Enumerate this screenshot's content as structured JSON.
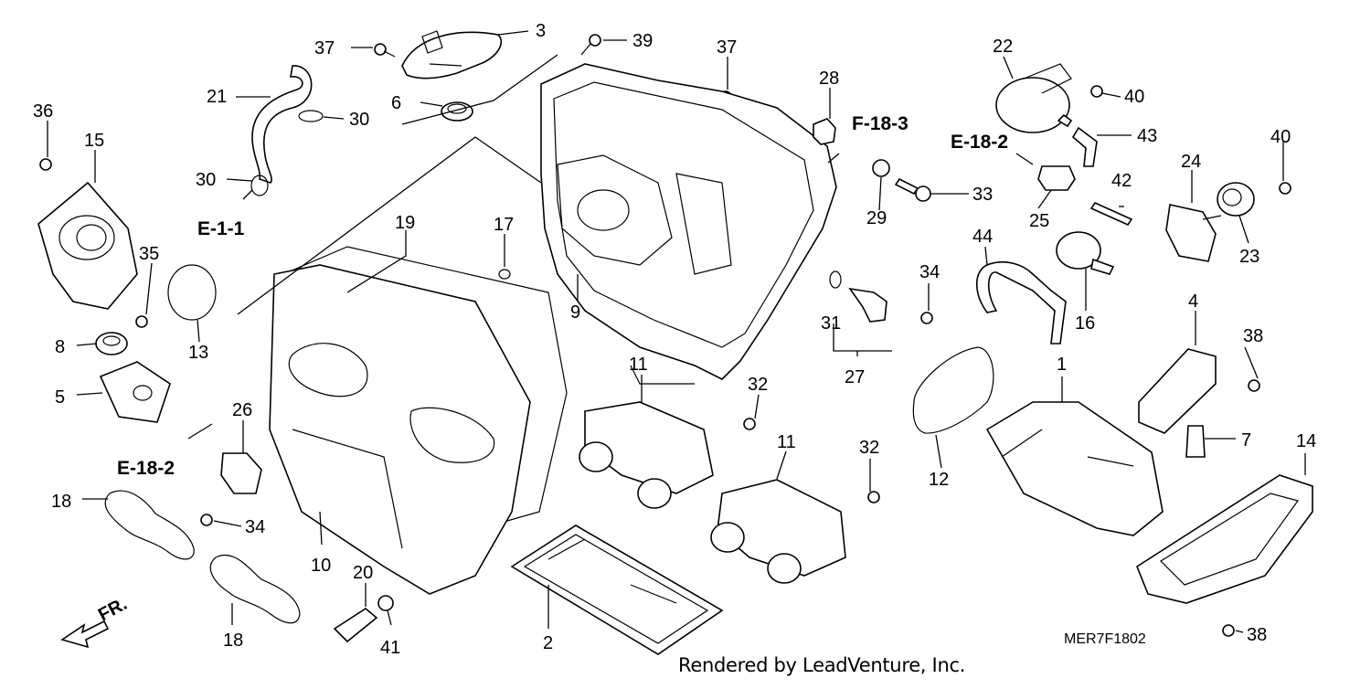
{
  "diagram": {
    "drawing_code": "MER7F1802",
    "credit": "Rendered by LeadVenture, Inc.",
    "direction_label": "FR.",
    "references": [
      {
        "id": "ref-f-18-3",
        "text": "F-18-3"
      },
      {
        "id": "ref-e-18-2-top",
        "text": "E-18-2"
      },
      {
        "id": "ref-e-1-1",
        "text": "E-1-1"
      },
      {
        "id": "ref-e-18-2-left",
        "text": "E-18-2"
      }
    ],
    "callouts": [
      "37",
      "3",
      "39",
      "37",
      "21",
      "30",
      "6",
      "28",
      "22",
      "40",
      "36",
      "15",
      "30",
      "E-1-1",
      "43",
      "40",
      "19",
      "17",
      "33",
      "24",
      "35",
      "29",
      "25",
      "42",
      "23",
      "13",
      "44",
      "34",
      "8",
      "9",
      "31",
      "16",
      "4",
      "5",
      "11",
      "27",
      "38",
      "26",
      "32",
      "1",
      "7",
      "14",
      "11",
      "32",
      "12",
      "18",
      "34",
      "10",
      "20",
      "2",
      "18",
      "41",
      "38"
    ]
  }
}
